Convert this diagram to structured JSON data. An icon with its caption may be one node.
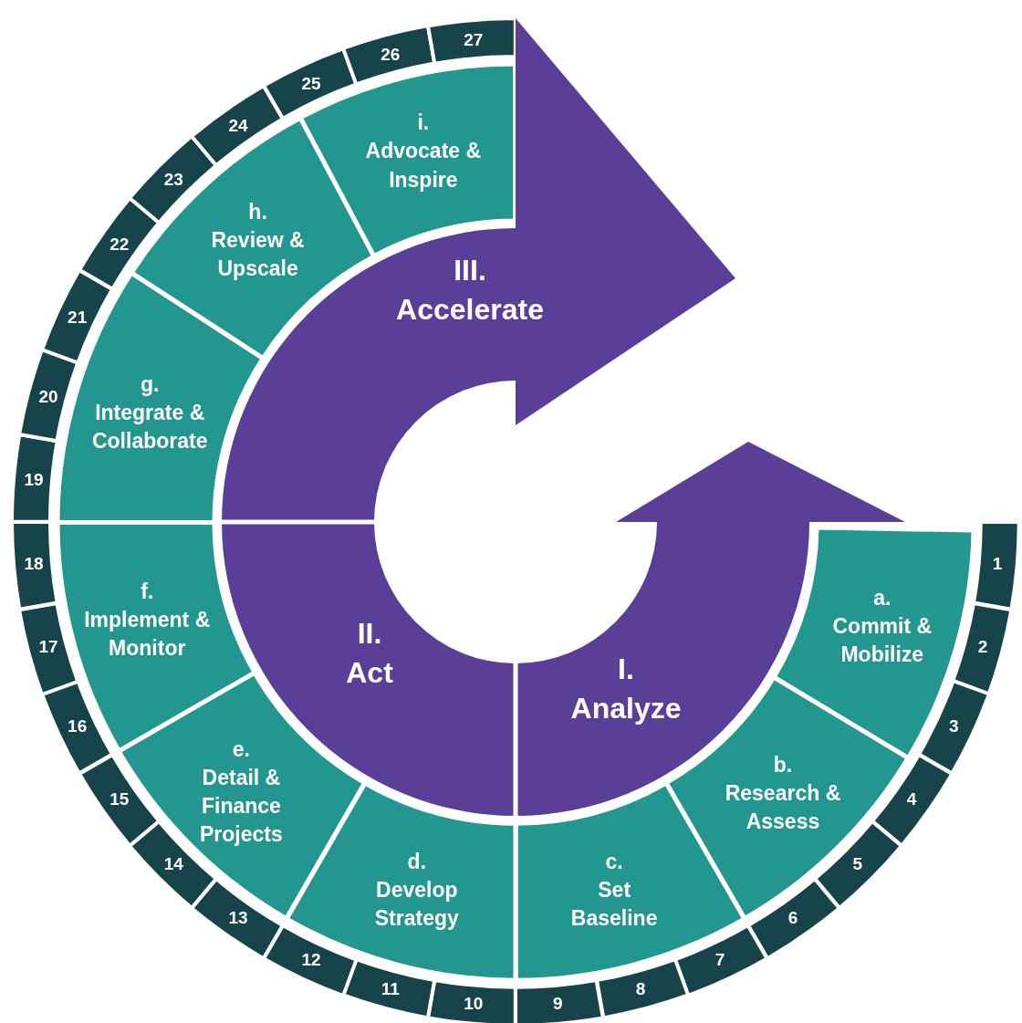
{
  "diagram": {
    "nodes": [
      {
        "text": [
          "a.",
          "Commit & Mobilize"
        ]
      },
      {
        "text": [
          "b.",
          "Research & Assess"
        ]
      },
      {
        "text": [
          "c.",
          "Set Baseline"
        ]
      },
      {
        "text": [
          "d.",
          "Develop Strategy"
        ]
      },
      {
        "text": [
          "e.",
          "Detail & Finance Projects"
        ]
      },
      {
        "text": [
          "f.",
          "Implement & Monitor"
        ]
      },
      {
        "text": [
          "g.",
          "Integrate & Collaborate"
        ]
      },
      {
        "text": [
          "h.",
          "Review & Upscale"
        ]
      },
      {
        "text": [
          "i.",
          "Advocate & Inspire"
        ]
      },
      {
        "text": [
          "I.",
          "Analyze"
        ]
      },
      {
        "text": [
          "II.",
          "Act"
        ]
      },
      {
        "text": [
          "III.",
          "Accelerate"
        ]
      },
      {
        "text": [
          "1"
        ]
      },
      {
        "text": [
          "2"
        ]
      },
      {
        "text": [
          "3"
        ]
      },
      {
        "text": [
          "4"
        ]
      },
      {
        "text": [
          "5"
        ]
      },
      {
        "text": [
          "6"
        ]
      },
      {
        "text": [
          "7"
        ]
      },
      {
        "text": [
          "8"
        ]
      },
      {
        "text": [
          "9"
        ]
      },
      {
        "text": [
          "10"
        ]
      },
      {
        "text": [
          "11"
        ]
      },
      {
        "text": [
          "12"
        ]
      },
      {
        "text": [
          "13"
        ]
      },
      {
        "text": [
          "14"
        ]
      },
      {
        "text": [
          "15"
        ]
      },
      {
        "text": [
          "16"
        ]
      },
      {
        "text": [
          "17"
        ]
      },
      {
        "text": [
          "18"
        ]
      },
      {
        "text": [
          "19"
        ]
      },
      {
        "text": [
          "20"
        ]
      },
      {
        "text": [
          "21"
        ]
      },
      {
        "text": [
          "22"
        ]
      },
      {
        "text": [
          "23"
        ]
      },
      {
        "text": [
          "24"
        ]
      },
      {
        "text": [
          "25"
        ]
      },
      {
        "text": [
          "26"
        ]
      },
      {
        "text": [
          "27"
        ]
      }
    ]
  }
}
